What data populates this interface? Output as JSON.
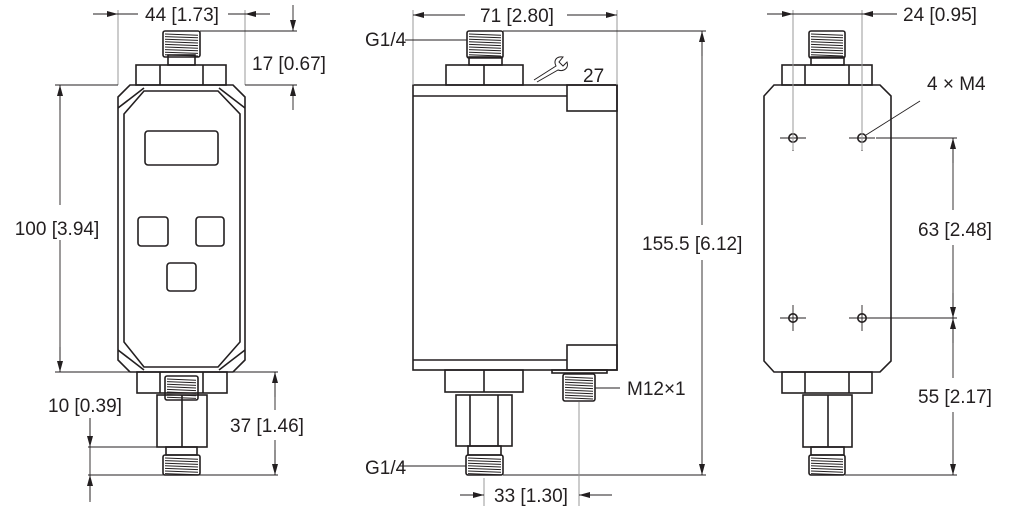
{
  "front_view": {
    "width_dim": "44 [1.73]",
    "top_thread_dim": "17 [0.67]",
    "body_height_dim": "100 [3.94]",
    "bottom_thread_dim": "10 [0.39]",
    "bottom_length_dim": "37 [1.46]"
  },
  "side_view": {
    "width_dim": "71 [2.80]",
    "top_port_label": "G1/4",
    "bottom_port_label": "G1/4",
    "wrench_size": "27",
    "total_height_dim": "155.5 [6.12]",
    "connector_label": "M12×1",
    "connector_offset_dim": "33 [1.30]"
  },
  "back_view": {
    "hole_spacing_dim": "24 [0.95]",
    "holes_label": "4 × M4",
    "hole_vertical_dim": "63 [2.48]",
    "lower_dim": "55 [2.17]"
  }
}
